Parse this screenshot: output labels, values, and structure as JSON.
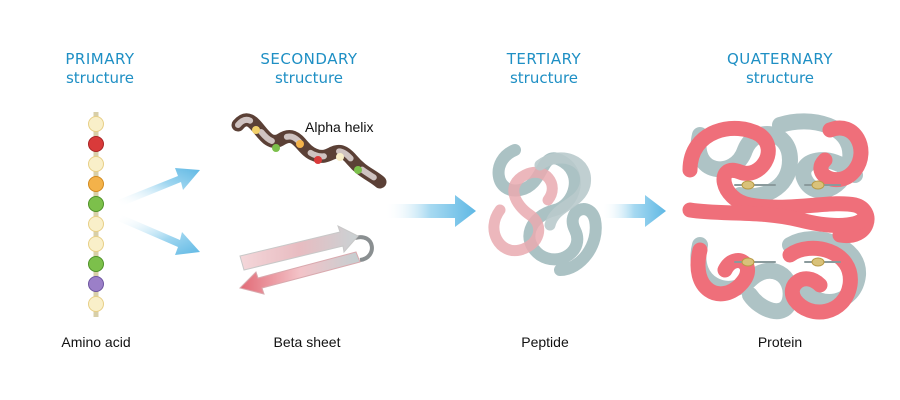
{
  "stages": [
    {
      "title": "PRIMARY",
      "subtitle": "structure",
      "caption": "Amino acid"
    },
    {
      "title": "SECONDARY",
      "subtitle": "structure",
      "caption": "Beta sheet"
    },
    {
      "title": "TERTIARY",
      "subtitle": "structure",
      "caption": "Peptide"
    },
    {
      "title": "QUATERNARY",
      "subtitle": "structure",
      "caption": "Protein"
    }
  ],
  "labels": {
    "alpha_helix": "Alpha helix"
  },
  "colors": {
    "heading": "#1e8fc4",
    "arrow": "#7cc6ea",
    "chain_pink": "#ef6f7a",
    "chain_gray": "#a9c1c3"
  }
}
